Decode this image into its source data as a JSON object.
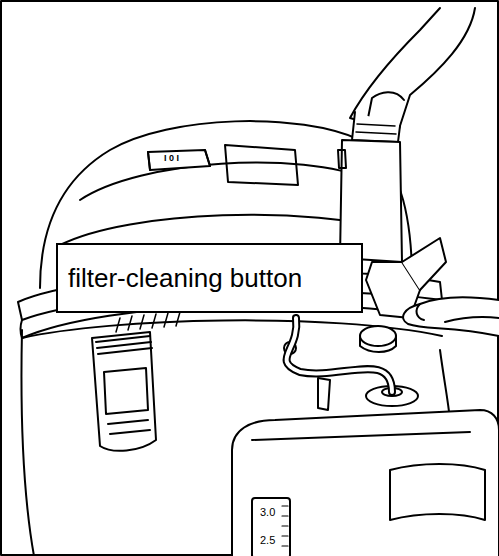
{
  "diagram": {
    "nodes": [
      {
        "text": [
          "filter-cleaning button"
        ]
      }
    ],
    "labels": [
      "I 0 I",
      "3.0",
      "2.5"
    ]
  }
}
